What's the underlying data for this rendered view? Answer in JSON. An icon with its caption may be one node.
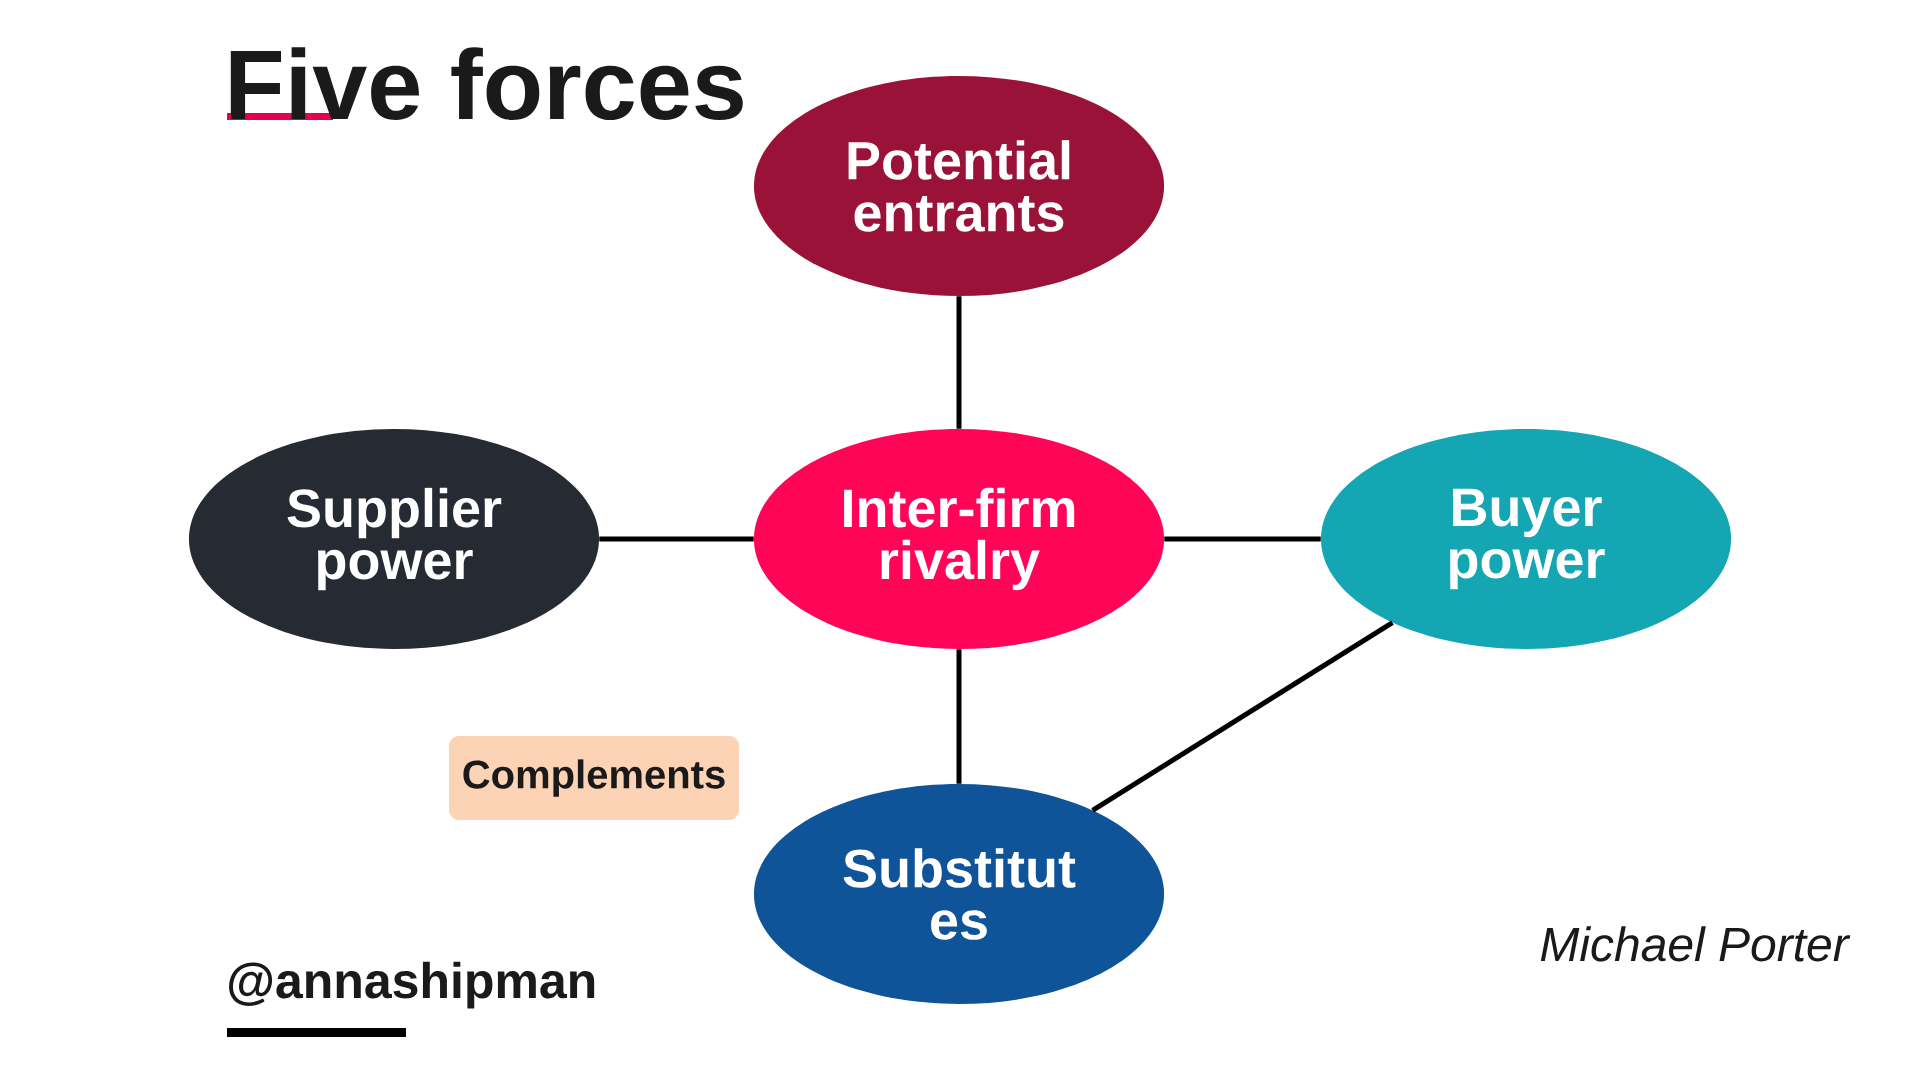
{
  "diagram": {
    "title": "Five forces",
    "nodes": [
      {
        "text": [
          "Potential entrants"
        ]
      },
      {
        "text": [
          "Supplier power"
        ]
      },
      {
        "text": [
          "Inter-firm rivalry"
        ]
      },
      {
        "text": [
          "Buyer power"
        ]
      },
      {
        "text": [
          "Complements"
        ]
      },
      {
        "text": [
          "Substitut es"
        ]
      }
    ],
    "edges": [
      {
        "from": 2,
        "to": 0,
        "arrow": "none"
      },
      {
        "from": 1,
        "to": 2,
        "arrow": "none"
      },
      {
        "from": 2,
        "to": 3,
        "arrow": "none"
      },
      {
        "from": 2,
        "to": 5,
        "arrow": "none"
      },
      {
        "from": 3,
        "to": 5,
        "arrow": "none"
      }
    ],
    "labels": [
      "@annashipman",
      "Michael Porter"
    ]
  }
}
